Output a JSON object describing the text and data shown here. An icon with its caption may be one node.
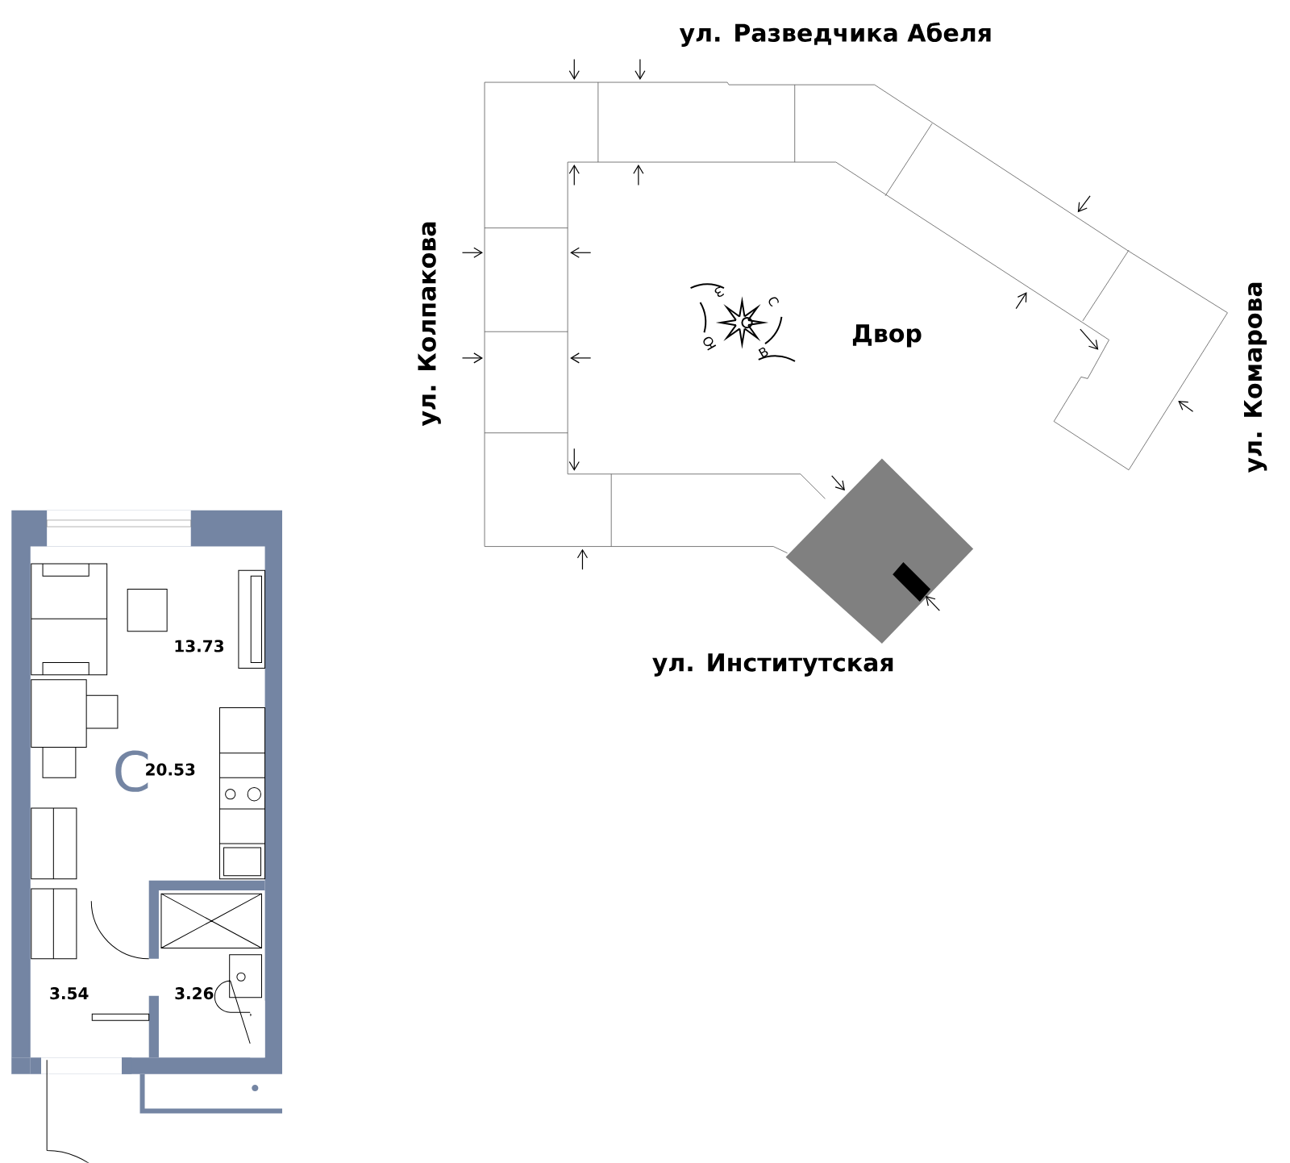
{
  "diagram": {
    "labels": [
      "ул. Разведчика Абеля",
      "ул. Колпакова",
      "Двор",
      "ул. Комарова",
      "ул. Институтская",
      "С",
      "В",
      "Ю",
      "З",
      "13.73",
      "С",
      "20.53",
      "3.54",
      "3.26"
    ]
  }
}
